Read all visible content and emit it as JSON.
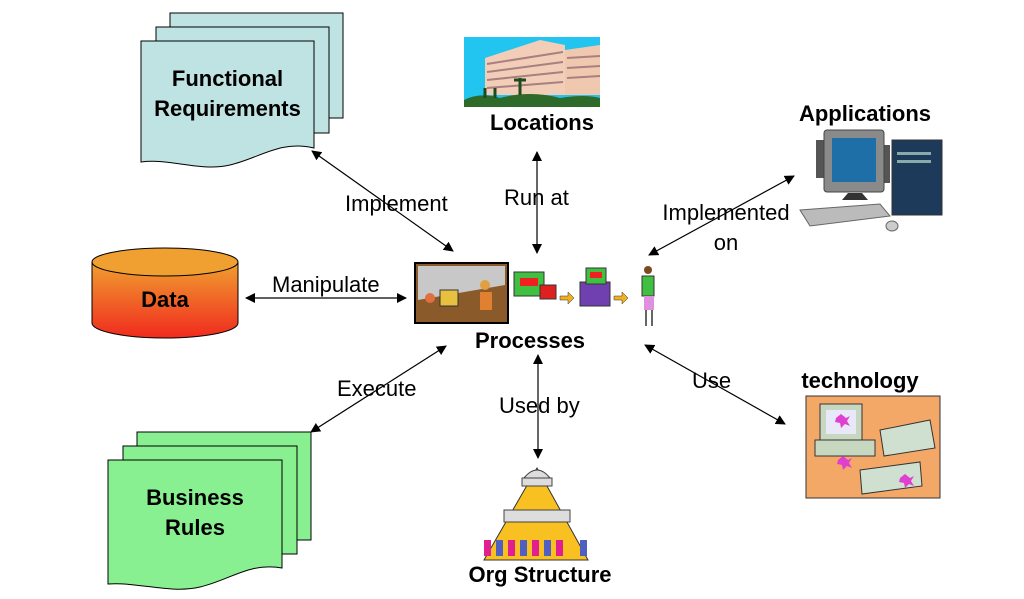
{
  "diagram": {
    "central_node": {
      "label": "Processes",
      "icon": "office-workflow-clipart"
    },
    "nodes": [
      {
        "id": "functional-requirements",
        "label_line1": "Functional",
        "label_line2": "Requirements",
        "shape": "stacked-document",
        "color": "#bfe3e3"
      },
      {
        "id": "locations",
        "label": "Locations",
        "icon": "office-building-clipart"
      },
      {
        "id": "applications",
        "label": "Applications",
        "icon": "desktop-computer-clipart"
      },
      {
        "id": "data",
        "label": "Data",
        "shape": "cylinder",
        "color_top": "#f0a030",
        "color_bottom": "#f02a1e"
      },
      {
        "id": "technology",
        "label": "technology",
        "icon": "computer-equipment-clipart"
      },
      {
        "id": "business-rules",
        "label_line1": "Business",
        "label_line2": "Rules",
        "shape": "stacked-document",
        "color": "#88f090"
      },
      {
        "id": "org-structure",
        "label": "Org Structure",
        "icon": "org-pyramid-clipart"
      }
    ],
    "edges": [
      {
        "from": "processes",
        "to": "functional-requirements",
        "label": "Implement",
        "direction": "both"
      },
      {
        "from": "processes",
        "to": "locations",
        "label": "Run at",
        "direction": "both"
      },
      {
        "from": "processes",
        "to": "applications",
        "label_line1": "Implemented",
        "label_line2": "on",
        "direction": "both"
      },
      {
        "from": "processes",
        "to": "data",
        "label": "Manipulate",
        "direction": "both"
      },
      {
        "from": "processes",
        "to": "technology",
        "label": "Use",
        "direction": "both"
      },
      {
        "from": "processes",
        "to": "business-rules",
        "label": "Execute",
        "direction": "both"
      },
      {
        "from": "processes",
        "to": "org-structure",
        "label": "Used by",
        "direction": "both"
      }
    ]
  }
}
